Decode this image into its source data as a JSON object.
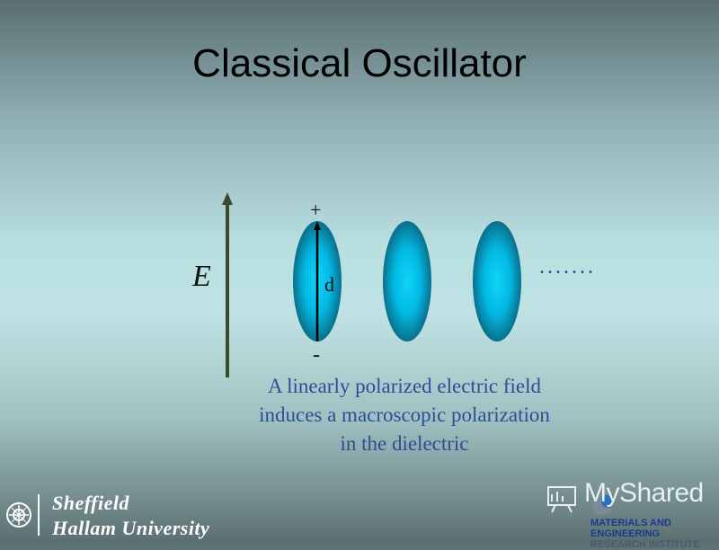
{
  "slide": {
    "title": "Classical Oscillator"
  },
  "diagram": {
    "field_label": "E",
    "plus_label": "+",
    "minus_label": "-",
    "dipole_label": "d",
    "ellipsis": ".......",
    "caption_lines": [
      "A linearly polarized electric field",
      "induces a macroscopic polarization",
      "in the dielectric"
    ],
    "colors": {
      "field_arrow": "#3d4a2a",
      "ellipse_center": "#00c8f0",
      "ellipse_edge": "#0a7a98",
      "caption": "#2b4f94",
      "ellipsis_dots": "#2b4f94"
    }
  },
  "footer": {
    "university_line1": "Sheffield",
    "university_line2": "Hallam University",
    "watermark": "MyShared",
    "institute_line1": "MATERIALS AND ENGINEERING",
    "institute_line2": "RESEARCH INSTITUTE"
  }
}
